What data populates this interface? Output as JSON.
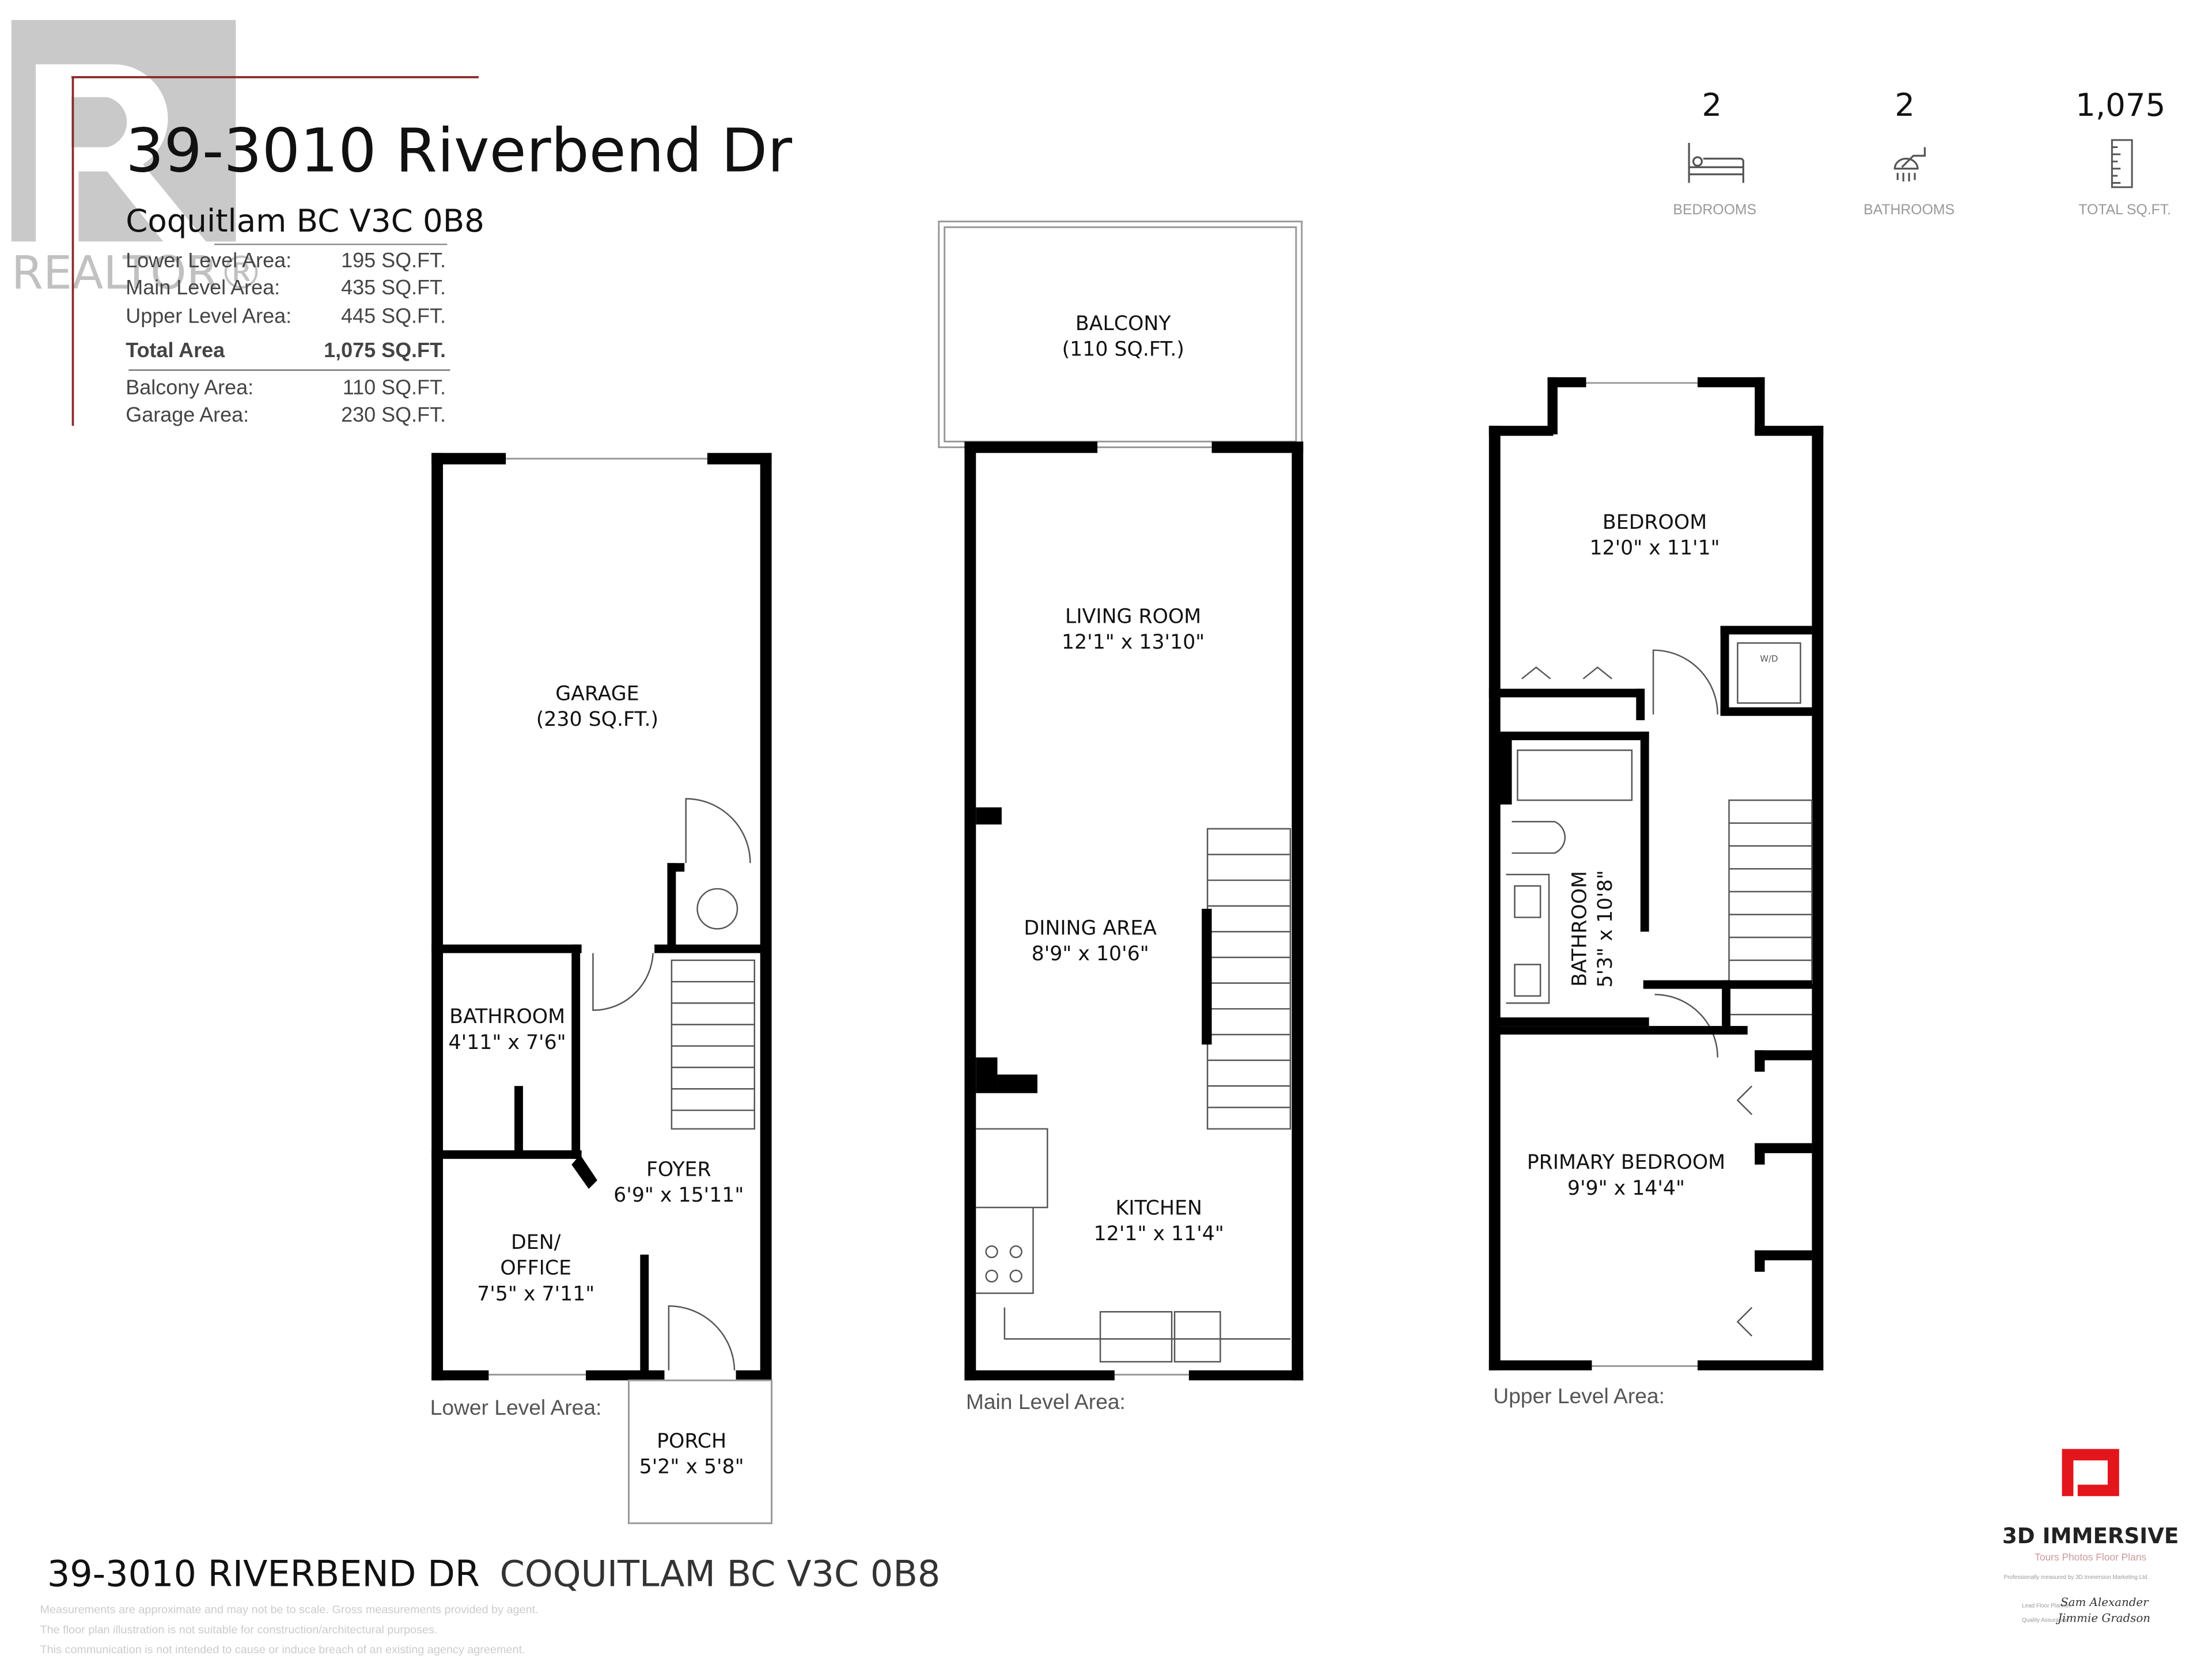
{
  "header": {
    "title": "39-3010 Riverbend Dr",
    "subtitle": "Coquitlam BC V3C 0B8",
    "watermark": "REALTOR®"
  },
  "areas": [
    {
      "label": "Lower Level Area:",
      "value": "195 SQ.FT."
    },
    {
      "label": "Main Level Area:",
      "value": "435 SQ.FT."
    },
    {
      "label": "Upper Level Area:",
      "value": "445 SQ.FT."
    }
  ],
  "total": {
    "label": "Total Area",
    "value": "1,075 SQ.FT."
  },
  "extras": [
    {
      "label": "Balcony Area:",
      "value": "110 SQ.FT."
    },
    {
      "label": "Garage Area:",
      "value": "230 SQ.FT."
    }
  ],
  "stats": [
    {
      "value": "2",
      "label": "BEDROOMS",
      "icon": "bed-icon"
    },
    {
      "value": "2",
      "label": "BATHROOMS",
      "icon": "shower-icon"
    },
    {
      "value": "1,075",
      "label": "TOTAL SQ.FT.",
      "icon": "ruler-icon"
    }
  ],
  "levels": {
    "lower": {
      "label": "Lower Level Area:",
      "rooms": [
        {
          "name": "GARAGE",
          "dim": "(230 SQ.FT.)"
        },
        {
          "name": "BATHROOM",
          "dim": "4'11\" x 7'6\""
        },
        {
          "name": "FOYER",
          "dim": "6'9\" x 15'11\""
        },
        {
          "name": "DEN/",
          "name2": "OFFICE",
          "dim": "7'5\" x 7'11\""
        },
        {
          "name": "PORCH",
          "dim": "5'2\" x 5'8\""
        }
      ]
    },
    "main": {
      "label": "Main Level Area:",
      "rooms": [
        {
          "name": "BALCONY",
          "dim": "(110 SQ.FT.)"
        },
        {
          "name": "LIVING ROOM",
          "dim": "12'1\" x 13'10\""
        },
        {
          "name": "DINING AREA",
          "dim": "8'9\" x 10'6\""
        },
        {
          "name": "KITCHEN",
          "dim": "12'1\" x 11'4\""
        }
      ]
    },
    "upper": {
      "label": "Upper Level Area:",
      "rooms": [
        {
          "name": "BEDROOM",
          "dim": "12'0\" x 11'1\""
        },
        {
          "name": "BATHROOM",
          "dim": "5'3\" x 10'8\""
        },
        {
          "name": "PRIMARY BEDROOM",
          "dim": "9'9\" x 14'4\""
        },
        {
          "name": "W/D"
        }
      ]
    }
  },
  "footer": {
    "address_bold": "39-3010 RIVERBEND DR",
    "address_rest": "COQUITLAM BC  V3C 0B8",
    "disclaimers": [
      "Measurements are approximate and may not be to scale. Gross measurements provided by agent.",
      "The floor plan illustration is not suitable for construction/architectural purposes.",
      "This communication is not intended to cause or induce breach of an existing agency agreement."
    ]
  },
  "brand": {
    "name": "3D IMMERSIVE",
    "tagline": "Tours  Photos  Floor Plans",
    "measured_by": "Professionally measured by 3D Immersion Marketing Ltd.",
    "lead_planner_label": "Lead Floor Planner:",
    "lead_planner_signature": "Sam Alexander",
    "qa_label": "Quality Assurance:",
    "qa_signature": "Jimmie Gradson",
    "color": "#e3161b"
  }
}
